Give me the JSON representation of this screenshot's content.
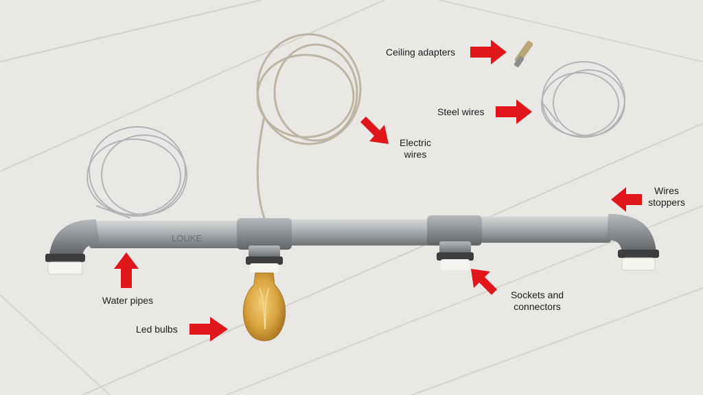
{
  "labels": {
    "ceiling_adapters": "Ceiling adapters",
    "steel_wires": "Steel wires",
    "electric_wires_line1": "Electric",
    "electric_wires_line2": "wires",
    "wires_stoppers_line1": "Wires",
    "wires_stoppers_line2": "stoppers",
    "water_pipes_line1": "Water",
    "water_pipes_line2": "pipes",
    "sockets_connectors_line1": "Sockets and",
    "sockets_connectors_line2": "connectors",
    "led_bulbs": "Led bulbs",
    "pipe_marking": "LOUKE"
  },
  "colors": {
    "floor": "#e9e8e4",
    "floor_seam": "#cfcdc7",
    "pipe": "#a9acae",
    "fitting": "#8e9295",
    "arrow": "#e0161b",
    "bulb_glass": "#d7a440",
    "socket_white": "#f4f4f0",
    "steel_wire": "#b3b5b7",
    "electric_wire": "#c2b9a6"
  }
}
